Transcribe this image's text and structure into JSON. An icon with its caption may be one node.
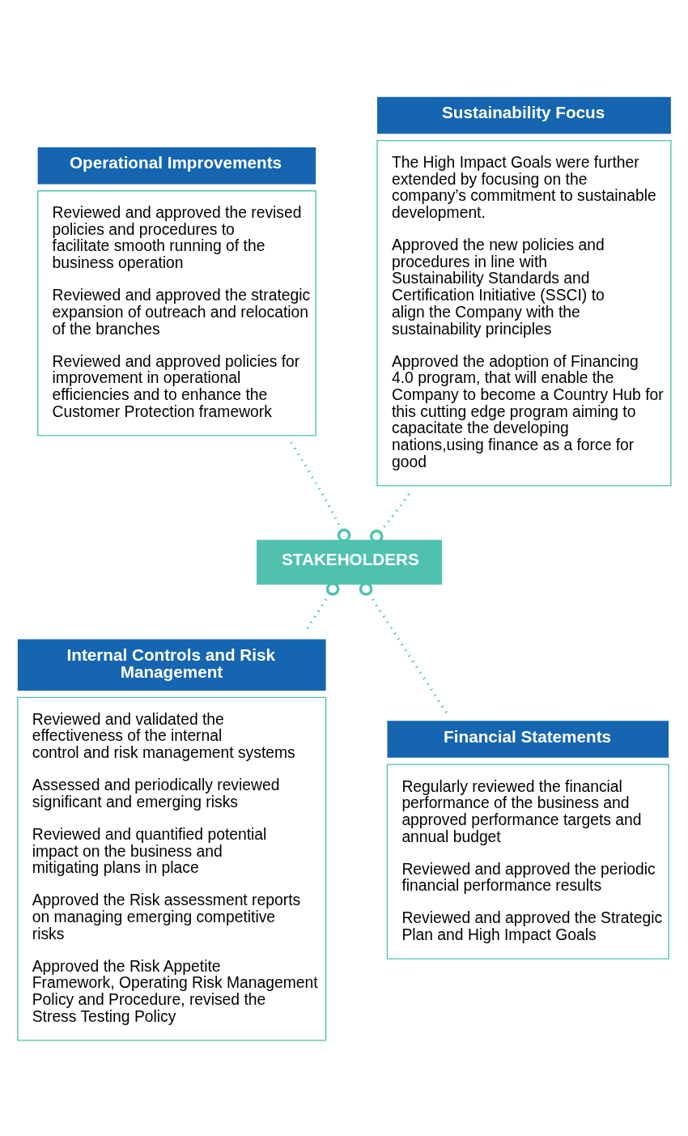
{
  "diagram": {
    "nodes": [
      {
        "text": [
          "Operational Improvements",
          "Reviewed and approved the revised policies and procedures to facilitate smooth running of the business operation",
          "Reviewed and approved the strategic expansion of outreach and relocation of the branches",
          "Reviewed and approved policies for improvement in operational efficiencies and to enhance the Customer Protection framework"
        ]
      },
      {
        "text": [
          "Sustainability Focus",
          "The High Impact Goals were further extended by focusing on the company’s commitment to sustainable development.",
          "Approved the new policies and procedures in line with Sustainability Standards and Certification Initiative (SSCI) to align the Company with the sustainability principles",
          "Approved the adoption of Financing 4.0 program, that will enable the Company to become a Country Hub for this cutting edge program aiming to capacitate the developing nations,using finance as a force for good"
        ]
      },
      {
        "text": [
          "STAKEHOLDERS"
        ]
      },
      {
        "text": [
          "Internal Controls and Risk Management",
          "Reviewed and validated the effectiveness of the internal control and risk management systems",
          "Assessed and periodically reviewed significant and emerging risks",
          "Reviewed and quantified potential impact on the business and mitigating plans in place",
          "Approved the Risk assessment reports on managing emerging competitive risks",
          "Approved the Risk Appetite Framework, Operating Risk Management Policy and Procedure, revised the Stress Testing Policy"
        ]
      },
      {
        "text": [
          "Financial Statements",
          "Regularly reviewed the financial performance of the business and approved performance targets and annual budget",
          "Reviewed and approved the periodic financial performance results",
          "Reviewed and approved the Strategic Plan and High Impact Goals"
        ]
      }
    ],
    "edges": [
      {
        "from": 2,
        "to": 0,
        "arrow": "other",
        "style": "dashed"
      },
      {
        "from": 2,
        "to": 1,
        "arrow": "other",
        "style": "dashed"
      },
      {
        "from": 2,
        "to": 4,
        "arrow": "other",
        "style": "dashed"
      },
      {
        "from": 2,
        "to": 3,
        "arrow": "other",
        "style": "dashed"
      }
    ]
  }
}
